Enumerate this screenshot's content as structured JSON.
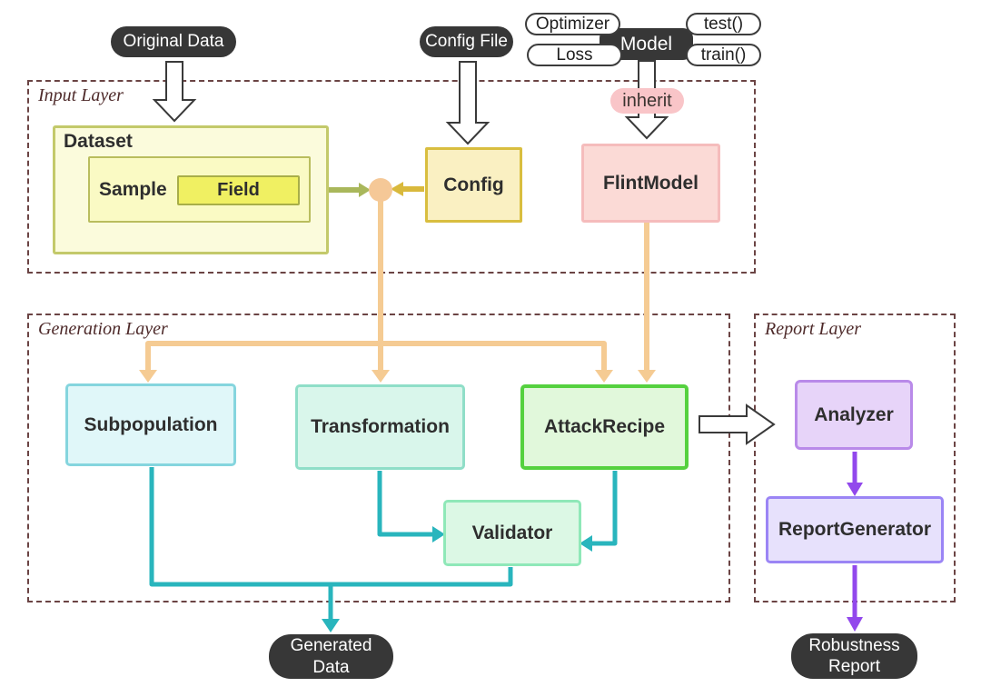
{
  "pills": {
    "original_data": "Original Data",
    "config_file": "Config File",
    "optimizer": "Optimizer",
    "loss": "Loss",
    "model": "Model",
    "test": "test()",
    "train": "train()",
    "inherit": "inherit",
    "generated_data": "Generated\nData",
    "robustness_report": "Robustness\nReport"
  },
  "layers": {
    "input": "Input Layer",
    "generation": "Generation Layer",
    "report": "Report Layer"
  },
  "nodes": {
    "dataset": "Dataset",
    "sample": "Sample",
    "field": "Field",
    "config": "Config",
    "flintmodel": "FlintModel",
    "subpopulation": "Subpopulation",
    "transformation": "Transformation",
    "attackrecipe": "AttackRecipe",
    "validator": "Validator",
    "analyzer": "Analyzer",
    "reportgenerator": "ReportGenerator"
  },
  "colors": {
    "dark_pill_bg": "#373737",
    "layer_border": "#6b4444",
    "layer_label_text": "#4e2a2a",
    "orange_flow": "#f5cb93",
    "merge_dot": "#f5c897",
    "olive_arrow": "#a9b75b",
    "gold_arrow": "#d9b93c",
    "teal_flow": "#29b5bd",
    "purple_flow": "#9248ec",
    "inherit_pill_bg": "#f9c5c8",
    "dataset_fill": "#fbfbdc",
    "dataset_border": "#c3c96a",
    "field_fill": "#f0f062",
    "config_fill": "#faf0c2",
    "config_border": "#d9be3f",
    "flintmodel_fill": "#fbdad6",
    "subpopulation_fill": "#e0f7f9",
    "transformation_fill": "#d9f6eb",
    "attackrecipe_fill": "#e1f8db",
    "attackrecipe_border": "#55d13f",
    "validator_fill": "#dcf8e5",
    "analyzer_fill": "#e7d4f9",
    "reportgenerator_fill": "#e7e1fc"
  }
}
